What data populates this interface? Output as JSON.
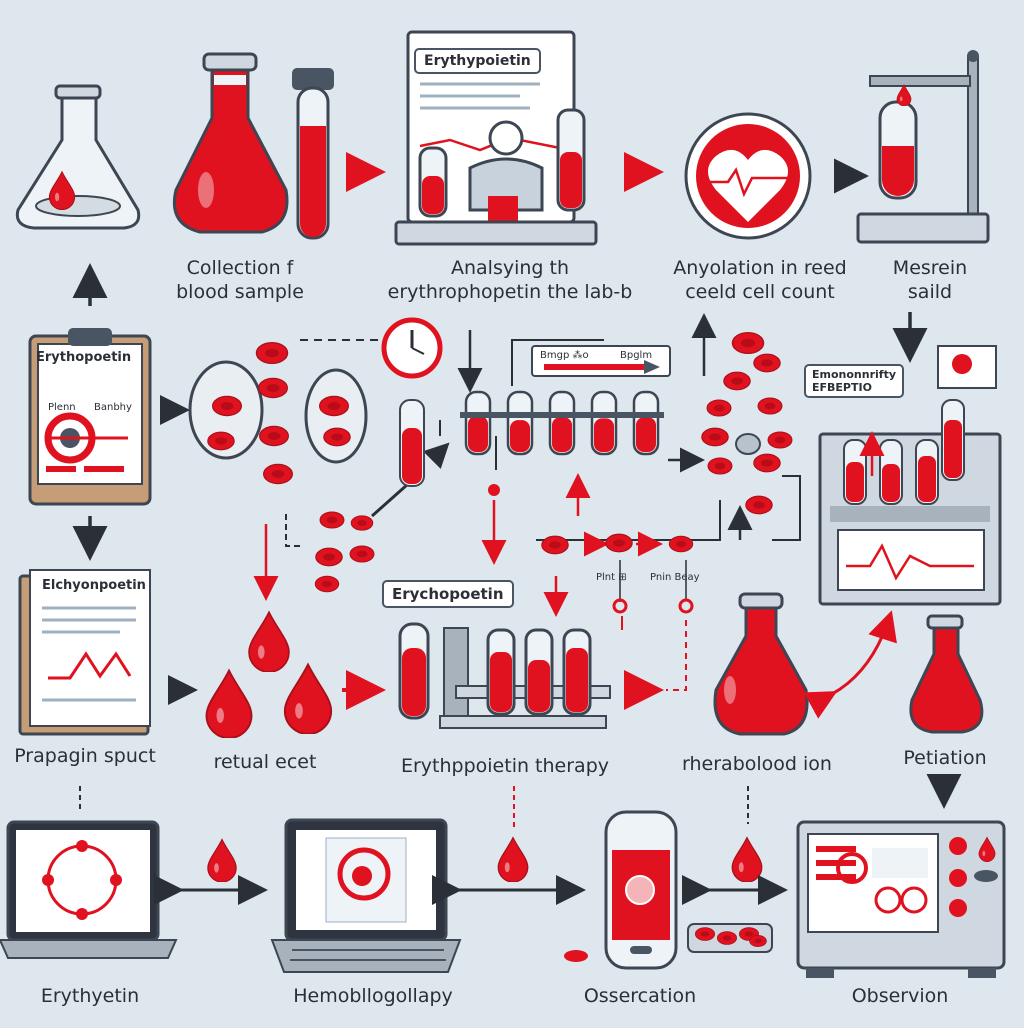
{
  "labels": {
    "collection": [
      "Collection f",
      "blood sample"
    ],
    "analysing": [
      "Analsying th",
      "erythrophopetin the lab-b"
    ],
    "anyolation": [
      "Anyolation in reed",
      "ceeld cell count"
    ],
    "measurin": [
      "Mesrein",
      "saild"
    ],
    "prapagin": "Prapagin spuct",
    "retual": "retual ecet",
    "therapy": "Erythppoietin therapy",
    "rherabolood": "rherabolood ion",
    "petiation": "Petiation",
    "erythyetin": "Erythyetin",
    "hemobllo": "Hemobllogollapy",
    "ossercation": "Ossercation",
    "observion": "Observion"
  },
  "tags": {
    "top_board": "Erythypoietin",
    "clipboard": "Erythopoetin",
    "center": "Erychopoetin",
    "report": "Elchyonpoetin",
    "machine_card": [
      "Emononnrifty",
      "EFBEPTIO"
    ]
  },
  "mini_text": {
    "slider_left": "Bmgp ⁂o",
    "slider_right": "Bpglm",
    "clip_left": "Plenn",
    "clip_right": "Banbhy",
    "chart_small_left": "Plnt ⊞",
    "chart_small_right": "Pnin Beay"
  },
  "colors": {
    "background": "#dfe7ee",
    "blood_red": "#e0121f",
    "dark_red": "#a8101a",
    "outline": "#3d4652",
    "arrow_dark": "#2b2f36",
    "arrow_red": "#e0121f",
    "paper": "#ffffff",
    "steel": "#a7b2bd"
  }
}
